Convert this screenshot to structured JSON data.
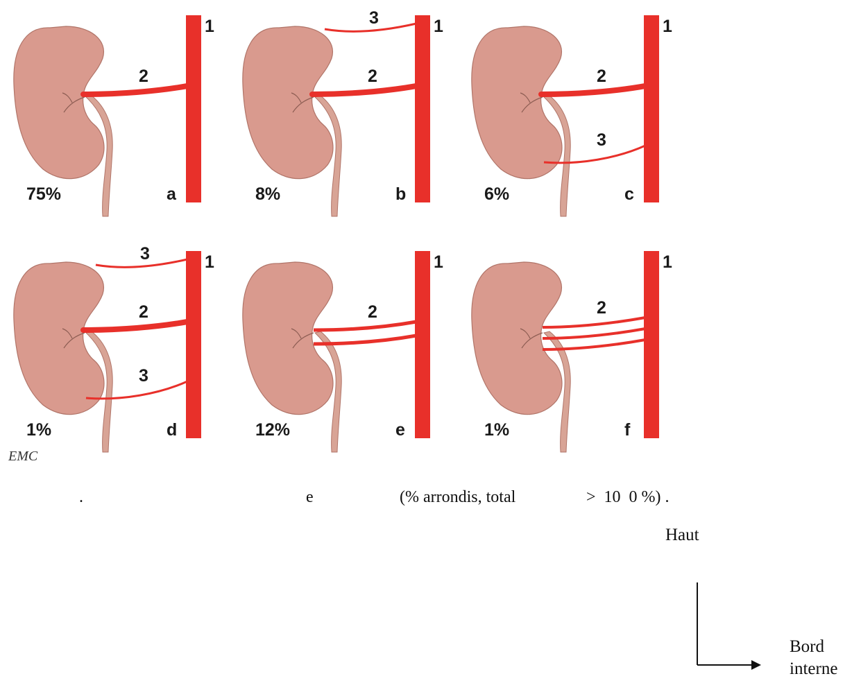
{
  "panels": [
    {
      "id": "a",
      "letter": "a",
      "percent": "75%",
      "arteries": [
        {
          "type": "main",
          "label": "2"
        }
      ]
    },
    {
      "id": "b",
      "letter": "b",
      "percent": "8%",
      "arteries": [
        {
          "type": "upper",
          "label": "3"
        },
        {
          "type": "main",
          "label": "2"
        }
      ]
    },
    {
      "id": "c",
      "letter": "c",
      "percent": "6%",
      "arteries": [
        {
          "type": "main",
          "label": "2"
        },
        {
          "type": "lower",
          "label": "3"
        }
      ]
    },
    {
      "id": "d",
      "letter": "d",
      "percent": "1%",
      "arteries": [
        {
          "type": "upper",
          "label": "3"
        },
        {
          "type": "main",
          "label": "2"
        },
        {
          "type": "lower",
          "label": "3"
        }
      ]
    },
    {
      "id": "e",
      "letter": "e",
      "percent": "12%",
      "arteries": [
        {
          "type": "double",
          "label": "2"
        }
      ]
    },
    {
      "id": "f",
      "letter": "f",
      "percent": "1%",
      "arteries": [
        {
          "type": "triple",
          "label": "2"
        }
      ]
    }
  ],
  "aorta_label": "1",
  "signature": "EMC",
  "caption": {
    "dot": ".",
    "letter": "e",
    "note": "(% arrondis, total",
    "value": ">  10  0 %) ."
  },
  "orientation": {
    "up_label": "Haut",
    "right_label_line1": "Bord",
    "right_label_line2": "interne"
  },
  "colors": {
    "kidney": "#d99a8e",
    "kidney_outline": "#b07468",
    "ureter": "#d8a496",
    "artery": "#e8302a",
    "text": "#1a1a1a"
  }
}
